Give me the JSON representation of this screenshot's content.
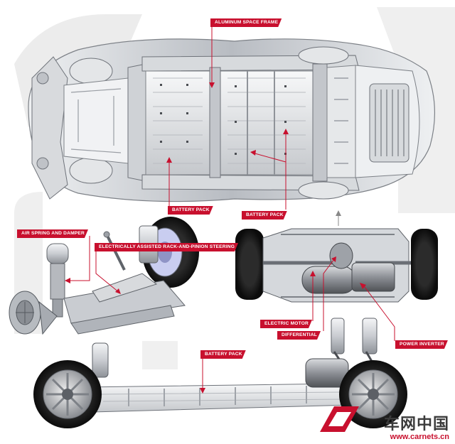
{
  "labels": {
    "aluminum_space_frame": "ALUMINUM SPACE FRAME",
    "battery_pack_left": "BATTERY PACK",
    "battery_pack_right": "BATTERY PACK",
    "air_spring": "AIR SPRING AND DAMPER",
    "steering": "ELECTRICALLY ASSISTED RACK-AND-PINION STEERING",
    "electric_motor": "ELECTRIC MOTOR",
    "differential": "DIFFERENTIAL",
    "power_inverter": "POWER INVERTER",
    "battery_pack_bottom": "BATTERY PACK"
  },
  "logo": {
    "chinese": "车网中国",
    "url": "www.carnets.cn"
  },
  "colors": {
    "label_red": "#c8102e",
    "frame_silver": "#c9ccd1",
    "background_shape": "#ececec"
  }
}
